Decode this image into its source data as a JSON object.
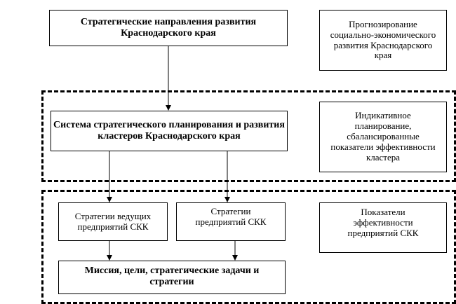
{
  "diagram": {
    "nodes": {
      "strategic_directions": "Стратегические направления развития Краснодарского края",
      "forecasting": "Прогнозирование социально-экономического развития Краснодарского края",
      "planning_system": "Система стратегического планирования и развития кластеров Краснодарского края",
      "indicative_planning": "Индикативное планирование, сбалансированные показатели эффективности кластера",
      "leading_strategies": "Стратегии ведущих предприятий СКК",
      "enterprise_strategies": "Стратегии предприятий СКК",
      "performance_indicators": "Показатели эффективности предприятий СКК",
      "mission": "Миссия, цели, стратегические задачи и стратегии"
    },
    "edges": [
      {
        "from": "strategic_directions",
        "to": "planning_system"
      },
      {
        "from": "planning_system",
        "to": "leading_strategies"
      },
      {
        "from": "planning_system",
        "to": "enterprise_strategies"
      },
      {
        "from": "leading_strategies",
        "to": "mission"
      },
      {
        "from": "enterprise_strategies",
        "to": "mission"
      }
    ]
  }
}
